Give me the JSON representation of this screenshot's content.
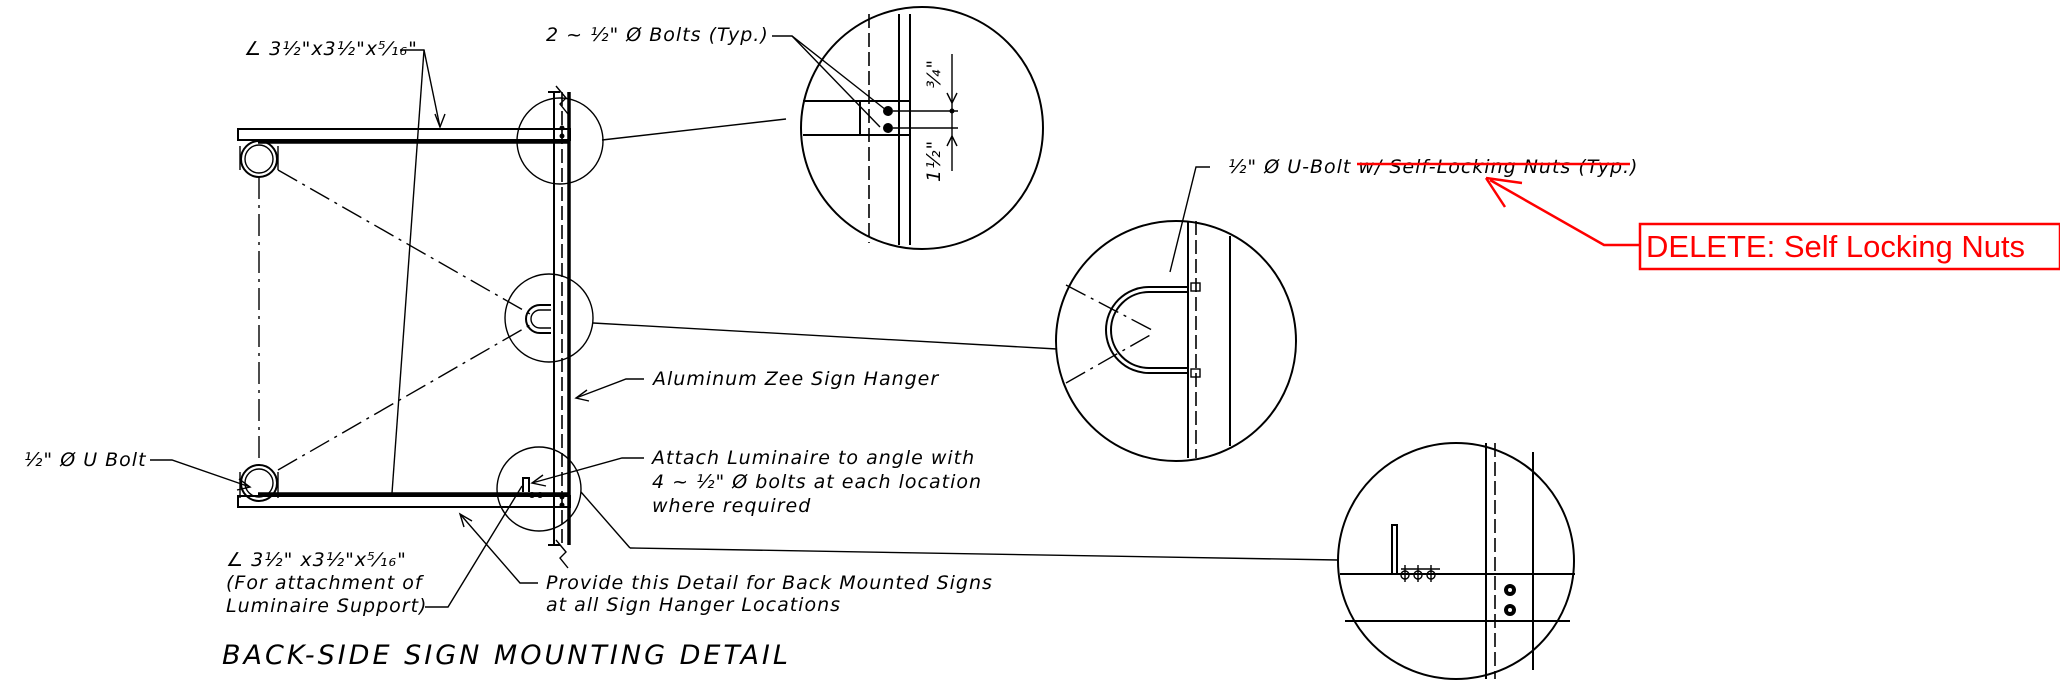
{
  "title": "BACK-SIDE SIGN MOUNTING DETAIL",
  "labels": {
    "angle_top": "∠ 3½\"x3½\"x⁵⁄₁₆\"",
    "bolts_typ": "2 ~ ½\" Ø Bolts (Typ.)",
    "dim_three_quarter": "¾\"",
    "dim_one_half": "1½\"",
    "ubolt_nuts_prefix": "½\" Ø U-Bolt ",
    "ubolt_nuts_struck": "w/ Self-Locking Nuts (Typ.)",
    "zee_hanger": "Aluminum Zee Sign Hanger",
    "u_bolt": "½\" Ø U Bolt",
    "attach_line1": "Attach Luminaire to angle with",
    "attach_line2": "4 ~ ½\" Ø bolts at each location",
    "attach_line3": "where required",
    "angle_bottom_line1": "∠ 3½\" x3½\"x⁵⁄₁₆\"",
    "angle_bottom_line2": "(For attachment of",
    "angle_bottom_line3": "Luminaire Support)",
    "provide_line1": "Provide this Detail for Back Mounted Signs",
    "provide_line2": "at all Sign Hanger Locations"
  },
  "markup": {
    "delete_note": "DELETE: Self Locking Nuts",
    "color": "#ff0000"
  }
}
